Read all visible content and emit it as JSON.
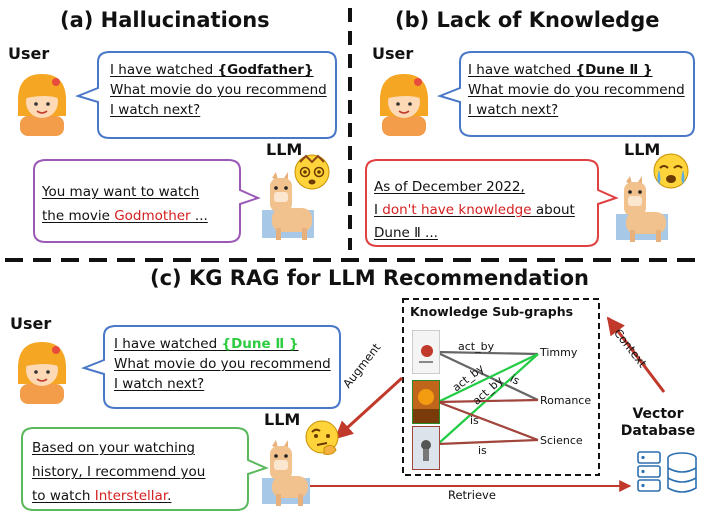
{
  "panel_a": {
    "title": "(a) Hallucinations",
    "user_label": "User",
    "llm_label": "LLM",
    "user_msg": {
      "line1_prefix": "I have watched ",
      "line1_movie": "{Godfather}",
      "line2": "What movie do you recommend",
      "line3": "I watch next?"
    },
    "llm_msg": {
      "line1": "You may want to watch",
      "line2_prefix": "the movie ",
      "line2_movie": "Godmother",
      "line2_suffix": " ..."
    }
  },
  "panel_b": {
    "title": "(b) Lack of Knowledge",
    "user_label": "User",
    "llm_label": "LLM",
    "user_msg": {
      "line1_prefix": "I have watched ",
      "line1_movie": "{Dune  Ⅱ }",
      "line2": "What movie do you recommend",
      "line3": "I watch next?"
    },
    "llm_msg": {
      "line1": "As of December 2022,",
      "line2_prefix": "I ",
      "line2_red": "don't have knowledge",
      "line2_suffix": " about",
      "line3": "Dune Ⅱ ..."
    }
  },
  "panel_c": {
    "title": "(c) KG RAG for LLM Recommendation",
    "user_label": "User",
    "llm_label": "LLM",
    "user_msg": {
      "line1_prefix": "I have watched ",
      "line1_movie": "{Dune  Ⅱ }",
      "line2": "What movie do you recommend",
      "line3": "I watch next?"
    },
    "llm_msg": {
      "line1": "Based on  your watching",
      "line2": "history, I recommend you",
      "line3_prefix": "to watch ",
      "line3_movie": "Interstellar",
      "line3_suffix": "."
    },
    "kg_title": "Knowledge Sub-graphs",
    "nodes": [
      "Timmy",
      "Romance",
      "Science"
    ],
    "edge_labels": [
      "act_by",
      "act_by",
      "act_by",
      "is",
      "is",
      "is"
    ],
    "arrow_labels": {
      "augment": "Augment",
      "context": "Context",
      "retrieve": "Retrieve"
    },
    "vector_db": {
      "line1": "Vector",
      "line2": "Database"
    }
  },
  "colors": {
    "user_bubble": "#4a78c8",
    "llm_bubble_a": "#9b59b6",
    "llm_bubble_b": "#e04040",
    "llm_bubble_c": "#5cb85c",
    "arrow_red": "#c0392b",
    "edge_green": "#22cc44",
    "edge_brown": "#a0443c",
    "edge_gray": "#666666",
    "highlight_red": "#d42020",
    "highlight_green": "#2ecc40"
  },
  "icons": [
    "user-avatar-icon",
    "llama-icon",
    "dizzy-face-icon",
    "crying-face-icon",
    "thinking-face-icon",
    "database-server-icon",
    "movie-poster-icon"
  ]
}
